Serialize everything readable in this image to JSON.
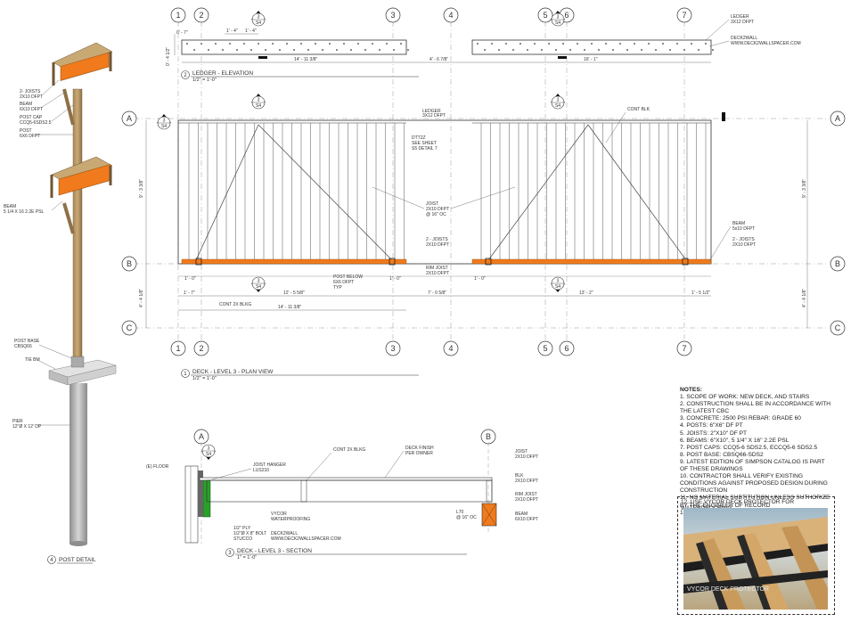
{
  "grids": {
    "top": [
      "1",
      "2",
      "3",
      "4",
      "5",
      "6",
      "7"
    ],
    "bottom": [
      "1",
      "2",
      "3",
      "4",
      "5",
      "6",
      "7"
    ],
    "rows_left": [
      "A",
      "B",
      "C"
    ],
    "rows_right": [
      "A",
      "B",
      "C"
    ],
    "section_grid": [
      "A",
      "B"
    ]
  },
  "elevation": {
    "title_num": "2",
    "title": "LEDGER  - ELEVATION",
    "scale": "1/2\" = 1'-0\"",
    "dims": {
      "d1": "1' - 4\"",
      "d2": "1' - 4\"",
      "d3": "0' - 7\"",
      "d4": "0' - 4 1/2\"",
      "d5": "14' - 11 3/8\"",
      "d6": "4' - 6 7/8\"",
      "d7": "16' - 1\""
    },
    "callout_ledger": "LEDGER",
    "callout_ledger_size": "3X12 DFPT",
    "callout_deck2wall": "DECK2WALL",
    "callout_url": "WWW.DECK2WALLSPACER.COM",
    "sec_mark_num": "3",
    "sec_mark_sheet": "S4"
  },
  "plan": {
    "title_num": "1",
    "title": "DECK - LEVEL 3 - PLAN VIEW",
    "scale": "1/2\" = 1'-0\"",
    "ledger": "LEDGER",
    "ledger_size": "3X12 DFPT",
    "cont_blk": "CONT BLK",
    "dtt": "DTT2Z",
    "dtt2": "SEE SHEET",
    "dtt3": "S5 DETAIL 7",
    "joist": "JOIST",
    "joist2": "2X10 DFPT",
    "joist3": "@ 16\" OC",
    "joists2": "2 - JOISTS",
    "joists2b": "2X10 DFPT",
    "beam": "BEAM",
    "beam_size": "5x10 DFPT",
    "post_below": "POST BELOW",
    "post_below2": "6X6 DFPT",
    "post_below3": "TYP",
    "rim": "RIM JOIST",
    "rim2": "2X10 DFPT",
    "cont_blkg": "CONT 2X BLKG",
    "dim_left": "9' - 3 3/8\"",
    "dim_left2": "4' - 4 1/8\"",
    "dim_right": "9' - 3 3/8\"",
    "dim_right2": "4' - 4 1/8\"",
    "d_a": "1' - 0\"",
    "d_b": "1' - 0\"",
    "d_c": "1' - 0\"",
    "d_e": "1' - 7\"",
    "d_f": "12' - 5 5/8\"",
    "d_g": "7' - 0 5/8\"",
    "d_h": "13' - 2\"",
    "d_i": "1' - 5 1/2\"",
    "d_j": "14' - 11 3/8\""
  },
  "section": {
    "title_num": "3",
    "title": "DECK - LEVEL 3 - SECTION",
    "scale": "1\" = 1'-0\"",
    "floor": "(E) FLOOR",
    "hanger": "JOIST HANGER",
    "hanger2": "LUS210",
    "cont_blkg": "CONT 2X BLKG",
    "finish": "DECK FINISH",
    "finish2": "PER OWNER",
    "vycor": "VYCOR",
    "vycor2": "WATERPROOFING",
    "ply": "1/2\" PLY",
    "bolt": "1/2\"Ø X 8\" BOLT",
    "d2w": "DECK2WALL",
    "d2w2": "WWW.DECK2WALLSPACER.COM",
    "stucco": "STUCCO",
    "joist": "JOIST",
    "joist2": "2X10 DFPT",
    "blk": "BLK",
    "blk2": "2X10 DFPT",
    "rim": "RIM JOIST",
    "rim2": "2X10 DFPT",
    "beam": "BEAM",
    "beam2": "6X10 DFPT",
    "l70": "L70",
    "l70b": "@ 16\" OC"
  },
  "post": {
    "title_num": "4",
    "title": "POST DETAIL",
    "joists": "2- JOISTS",
    "joists2": "2X10 DFPT",
    "beam": "BEAM",
    "beam2": "6X10 DFPT",
    "cap": "POST CAP",
    "cap2": "CCQ5-6SDS2.5",
    "post": "POST",
    "post2": "6X6 DFPT",
    "beam_psl": "BEAM",
    "beam_psl2": "5 1/4 X 16 2.2E PSL",
    "base": "POST BASE",
    "base2": "CBSQ66",
    "tie": "TIE BM",
    "pier": "PIER",
    "pier2": "12\"Ø X 12' DP"
  },
  "notes": {
    "heading": "NOTES:",
    "items": [
      "1. SCOPE OF WORK: NEW DECK, AND STAIRS",
      "2. CONSTRUCTION SHALL BE IN ACCORDANCE WITH",
      "THE LATEST CBC",
      "3. CONCRETE: 2500 PSI REBAR: GRADE 60",
      "4. POSTS: 6\"X6\" DF PT",
      "5. JOISTS: 2\"X10\" DF PT",
      "6. BEAMS: 6\"X10\", 5 1/4\" X 16\" 2.2E PSL",
      "7. POST CAPS: CCQ5-6 SDS2.5, ECCQ5-6 SDS2.5",
      "8. POST BASE: CBSQ66-SDS2",
      "9. LATEST EDITION OF SIMPSON CATALOG IS PART",
      "OF THESE DRAWINGS",
      "10. CONTRACTOR SHALL VERIFY EXISTING",
      "CONDITIONS AGAINST PROPOSED DESIGN DURING",
      "CONSTRUCTION",
      "11. NO MATERIAL SUBTITUTION UNLESS SUTHORIZE",
      "BY THE ENGINEER OF RECORD",
      "12. ALL END CUTS SHALL BE SEALED"
    ],
    "waterproofing": "12. USE VYCOR DECK PROTECTOR FOR WATERPROOFING",
    "photo_brand": "VYCOR DECK PROTECTOR"
  },
  "colors": {
    "orange": "#f07a1c",
    "line": "#333333",
    "grid": "#888888"
  }
}
